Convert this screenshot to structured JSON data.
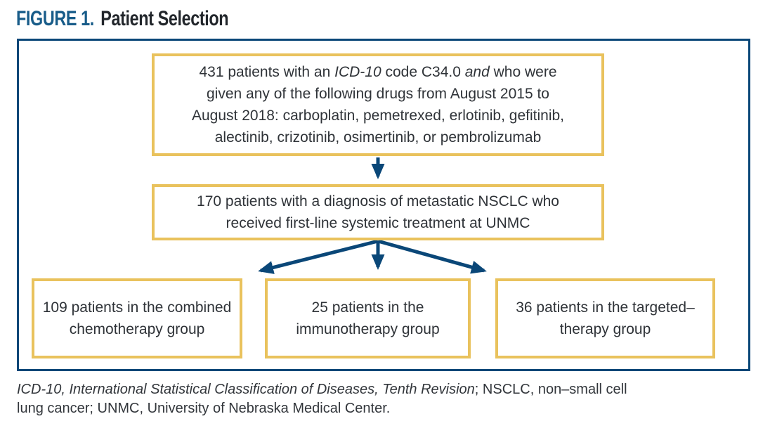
{
  "header": {
    "label": "FIGURE 1.",
    "title": "Patient Selection"
  },
  "colors": {
    "navy_border_arrows": "#0a4778",
    "gold_box_border": "#e9c25d",
    "figure_label_blue": "#185c89",
    "body_text": "#2f3338"
  },
  "flow": {
    "box1": {
      "l1a": "431 patients with an ",
      "l1b": "ICD-10",
      "l1c": " code C34.0 ",
      "l1d": "and",
      "l1e": " who were",
      "l2": "given any of the following drugs from August 2015 to",
      "l3": "August 2018: carboplatin, pemetrexed, erlotinib, gefitinib,",
      "l4": "alectinib, crizotinib, osimertinib, or pembrolizumab"
    },
    "box2": {
      "l1": "170 patients with a diagnosis of metastatic NSCLC who",
      "l2": "received first-line systemic treatment at UNMC"
    },
    "outcomes": [
      {
        "label": "109 patients in the combined chemotherapy group"
      },
      {
        "label": "25 patients in the immunotherapy group"
      },
      {
        "label": "36 patients in the targeted–therapy group"
      }
    ]
  },
  "footnote": {
    "l1_italic": "ICD-10, International Statistical Classification of Diseases, Tenth Revision",
    "l1_regular": "; NSCLC, non–small cell",
    "l2": "lung cancer; UNMC, University of Nebraska Medical Center."
  }
}
